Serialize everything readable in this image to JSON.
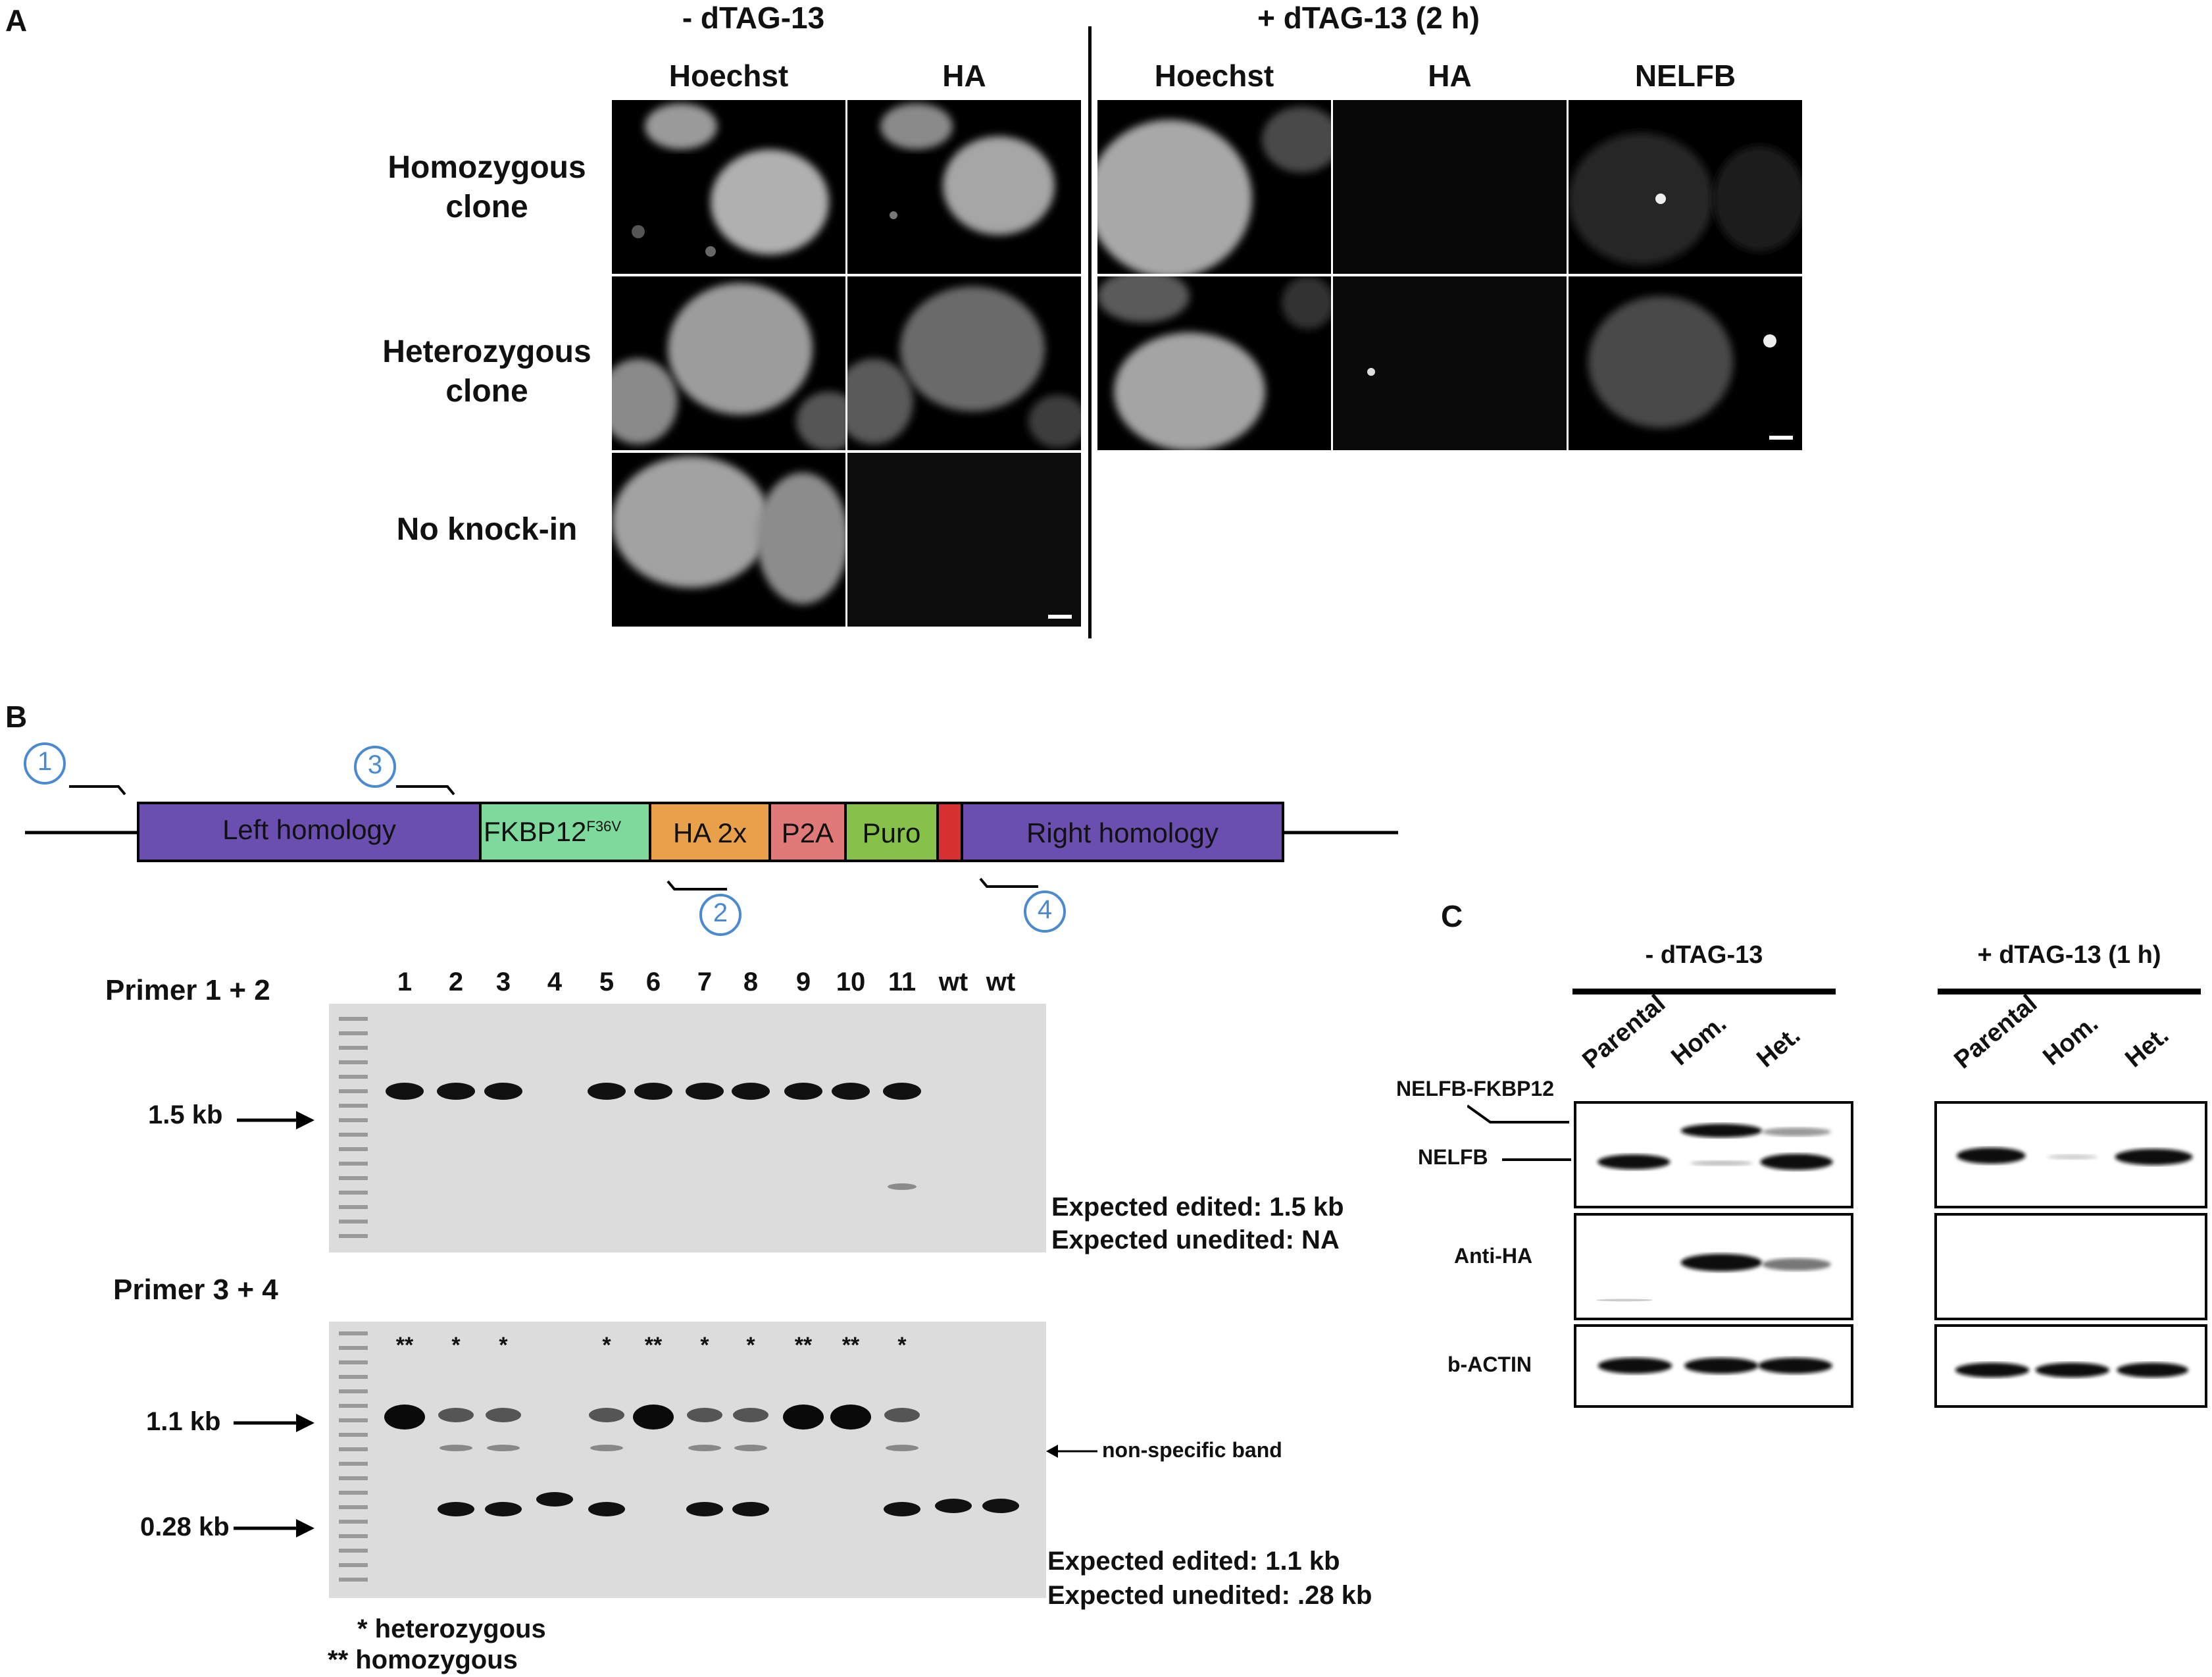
{
  "panelA": {
    "letter": "A",
    "conditions": [
      "- dTAG-13",
      "+ dTAG-13 (2 h)"
    ],
    "columns_minus": [
      "Hoechst",
      "HA"
    ],
    "columns_plus": [
      "Hoechst",
      "HA",
      "NELFB"
    ],
    "rows": [
      "Homozygous clone",
      "Heterozygous clone",
      "No knock-in"
    ]
  },
  "panelB": {
    "letter": "B",
    "primers": [
      "1",
      "3",
      "2",
      "4"
    ],
    "construct": {
      "left": "Left homology",
      "fkbp": "FKBP12",
      "fkbp_sup": "F36V",
      "ha": "HA 2x",
      "p2a": "P2A",
      "puro": "Puro",
      "right": "Right homology"
    },
    "colors": {
      "homology": "#6b4fb0",
      "fkbp": "#7ed99c",
      "ha": "#e8a04a",
      "p2a": "#e07a78",
      "puro": "#86c14a",
      "stop": "#d63030",
      "primer_circle": "#4a8ad0"
    },
    "gel1": {
      "title": "Primer 1 + 2",
      "lanes": [
        "1",
        "2",
        "3",
        "4",
        "5",
        "6",
        "7",
        "8",
        "9",
        "10",
        "11",
        "wt",
        "wt"
      ],
      "size_label": "1.5 kb",
      "expected_edited": "Expected edited: 1.5 kb",
      "expected_unedited": "Expected unedited: NA"
    },
    "gel2": {
      "title": "Primer 3 + 4",
      "marks": [
        "**",
        "*",
        "*",
        "",
        "*",
        "**",
        "*",
        "*",
        "**",
        "**",
        "*",
        "",
        ""
      ],
      "size_label_1": "1.1 kb",
      "size_label_2": "0.28 kb",
      "nonspecific": "non-specific band",
      "expected_edited": "Expected edited: 1.1 kb",
      "expected_unedited": "Expected unedited: .28 kb"
    },
    "legend": [
      "* heterozygous",
      "** homozygous"
    ]
  },
  "panelC": {
    "letter": "C",
    "conditions": [
      "- dTAG-13",
      "+ dTAG-13 (1 h)"
    ],
    "lanes": [
      "Parental",
      "Hom.",
      "Het."
    ],
    "rows": [
      "NELFB-FKBP12",
      "NELFB",
      "Anti-HA",
      "b-ACTIN"
    ]
  }
}
